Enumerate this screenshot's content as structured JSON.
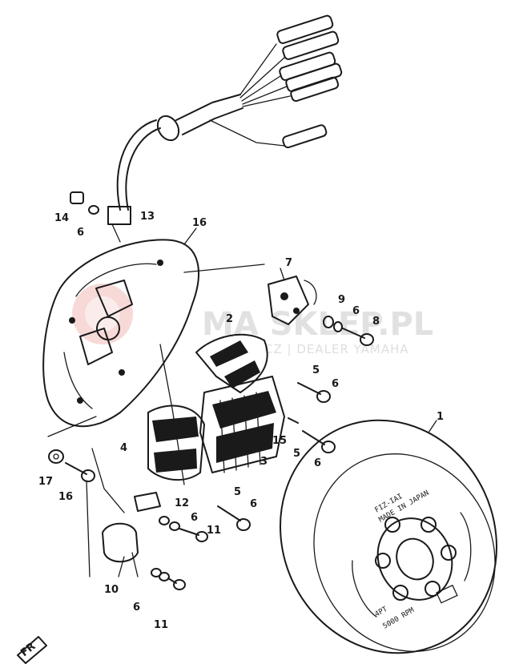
{
  "diagram": {
    "callouts": [
      {
        "id": "c14",
        "text": "14"
      },
      {
        "id": "c6a",
        "text": "6"
      },
      {
        "id": "c13",
        "text": "13"
      },
      {
        "id": "c16",
        "text": "16"
      },
      {
        "id": "c7",
        "text": "7"
      },
      {
        "id": "c9",
        "text": "9"
      },
      {
        "id": "c6b",
        "text": "6"
      },
      {
        "id": "c8",
        "text": "8"
      },
      {
        "id": "c2",
        "text": "2"
      },
      {
        "id": "c5a",
        "text": "5"
      },
      {
        "id": "c6c",
        "text": "6"
      },
      {
        "id": "c4",
        "text": "4"
      },
      {
        "id": "c15",
        "text": "15"
      },
      {
        "id": "c3",
        "text": "3"
      },
      {
        "id": "c5b",
        "text": "5"
      },
      {
        "id": "c6d",
        "text": "6"
      },
      {
        "id": "c1",
        "text": "1"
      },
      {
        "id": "c17",
        "text": "17"
      },
      {
        "id": "c16b",
        "text": "16"
      },
      {
        "id": "c5c",
        "text": "5"
      },
      {
        "id": "c12",
        "text": "12"
      },
      {
        "id": "c6e",
        "text": "6"
      },
      {
        "id": "c6f",
        "text": "6"
      },
      {
        "id": "c11a",
        "text": "11"
      },
      {
        "id": "c10",
        "text": "10"
      },
      {
        "id": "c6g",
        "text": "6"
      },
      {
        "id": "c11b",
        "text": "11"
      }
    ],
    "flywheel_text": [
      "FIZ-IAI",
      "MADE IN JAPAN",
      "4PT",
      "5000 RPM"
    ],
    "corner_mark": "FR"
  },
  "watermark": {
    "main": "MA  SKLEP.PL",
    "sub": "CZ | DEALER YAMAHA"
  },
  "colors": {
    "ink": "#1a1a1a",
    "watermark": "#c9c9c9",
    "logo_red": "#d9534f"
  }
}
